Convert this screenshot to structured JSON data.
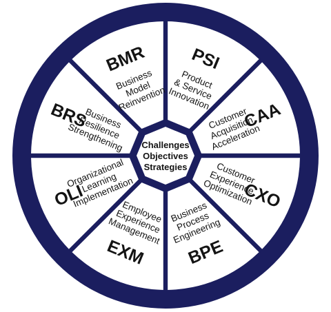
{
  "colors": {
    "ring": "#1b1e5f",
    "segment_fill": "#ffffff",
    "hub_fill": "#ffffff",
    "text": "#141414"
  },
  "center": {
    "lines": [
      "Challenges",
      "Objectives",
      "Strategies"
    ]
  },
  "segments": [
    {
      "abbr": "PSI",
      "description": [
        "Product",
        "& Service",
        "Innovation"
      ]
    },
    {
      "abbr": "CAA",
      "description": [
        "Customer",
        "Acquisition",
        "Acceleration"
      ]
    },
    {
      "abbr": "CXO",
      "description": [
        "Customer",
        "Experience",
        "Optimization"
      ]
    },
    {
      "abbr": "BPE",
      "description": [
        "Business",
        "Process",
        "Engineering"
      ]
    },
    {
      "abbr": "EXM",
      "description": [
        "Employee",
        "Experience",
        "Management"
      ]
    },
    {
      "abbr": "OLI",
      "description": [
        "Organizational",
        "Learning",
        "Implementation"
      ]
    },
    {
      "abbr": "BRS",
      "description": [
        "Business",
        "Resilience",
        "Strengthening"
      ]
    },
    {
      "abbr": "BMR",
      "description": [
        "Business",
        "Model",
        "Reinvention"
      ]
    }
  ]
}
